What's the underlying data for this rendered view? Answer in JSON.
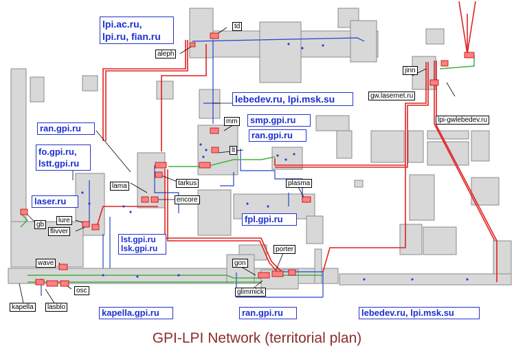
{
  "title": "GPI-LPI Network (territorial plan)",
  "domains": {
    "lpi_top": [
      "lpi.ac.ru,",
      "lpi.ru, fian.ru"
    ],
    "lebedev_mid": "lebedev.ru, lpi.msk.su",
    "ran_left": "ran.gpi.ru",
    "fo": [
      "fo.gpi.ru,",
      "lstt.gpi.ru"
    ],
    "smp": "smp.gpi.ru",
    "ran_mid": "ran.gpi.ru",
    "laser": "laser.ru",
    "fpl": "fpl.gpi.ru",
    "lst": [
      "lst.gpi.ru",
      "lsk.gpi.ru"
    ],
    "kapella": "kapella.gpi.ru",
    "ran_bottom": "ran.gpi.ru",
    "lebedev_bottom": "lebedev.ru, lpi.msk.su"
  },
  "hosts": {
    "td": "td",
    "aleph": "aleph",
    "jinn": "jinn",
    "gwlasernet": "gw.lasernet.ru",
    "lpigw": "lpi-gwlebedev.ru",
    "mm": "mm",
    "lt": "lt",
    "lama": "lama",
    "tarkus": "tarkus",
    "encore": "encore",
    "plasma": "plasma",
    "gb": "gb",
    "lure": "lure",
    "flivver": "flivver",
    "wave": "wave",
    "osc": "osc",
    "kapella": "kapella",
    "lasblo": "lasblo",
    "gon": "gon",
    "glimmick": "glimmick",
    "porter": "porter"
  },
  "colors": {
    "domain": "#1a2fd0",
    "title": "#8b2c2c",
    "red_link": "#e02020",
    "blue_link": "#2244cc",
    "green_link": "#40b040"
  }
}
